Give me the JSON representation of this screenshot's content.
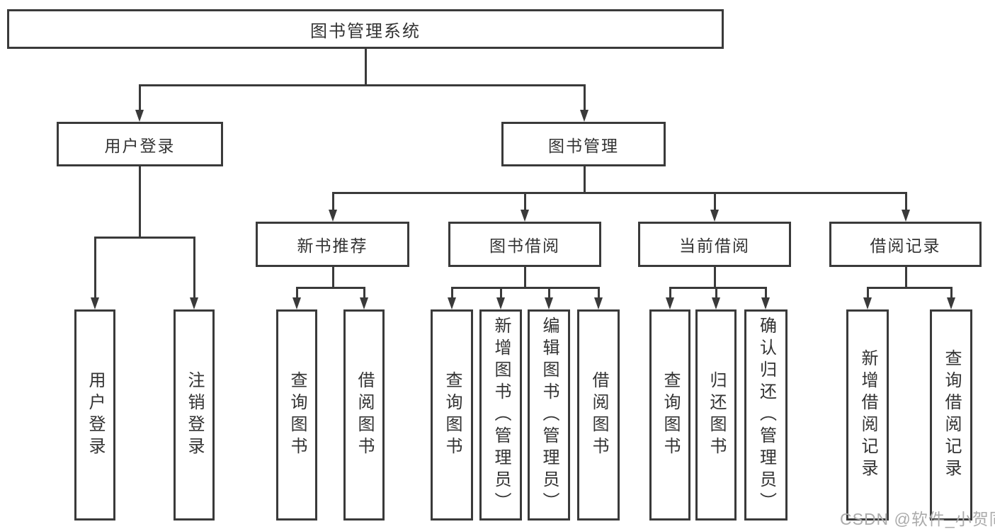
{
  "diagram": {
    "watermark": "CSDN @软件_小贺同学",
    "colors": {
      "line": "#3a3a3a",
      "text": "#333333",
      "watermark": "#ababab",
      "background": "#ffffff"
    },
    "tree": {
      "label": "图书管理系统",
      "children": [
        {
          "label": "用户登录",
          "children": [
            {
              "label": "用户登录"
            },
            {
              "label": "注销登录"
            }
          ]
        },
        {
          "label": "图书管理",
          "children": [
            {
              "label": "新书推荐",
              "children": [
                {
                  "label": "查询图书"
                },
                {
                  "label": "借阅图书"
                }
              ]
            },
            {
              "label": "图书借阅",
              "children": [
                {
                  "label": "查询图书"
                },
                {
                  "label": "新增图书（管理员）"
                },
                {
                  "label": "编辑图书（管理员）"
                },
                {
                  "label": "借阅图书"
                }
              ]
            },
            {
              "label": "当前借阅",
              "children": [
                {
                  "label": "查询图书"
                },
                {
                  "label": "归还图书"
                },
                {
                  "label": "确认归还（管理员）"
                }
              ]
            },
            {
              "label": "借阅记录",
              "children": [
                {
                  "label": "新增借阅记录"
                },
                {
                  "label": "查询借阅记录"
                }
              ]
            }
          ]
        }
      ]
    }
  }
}
